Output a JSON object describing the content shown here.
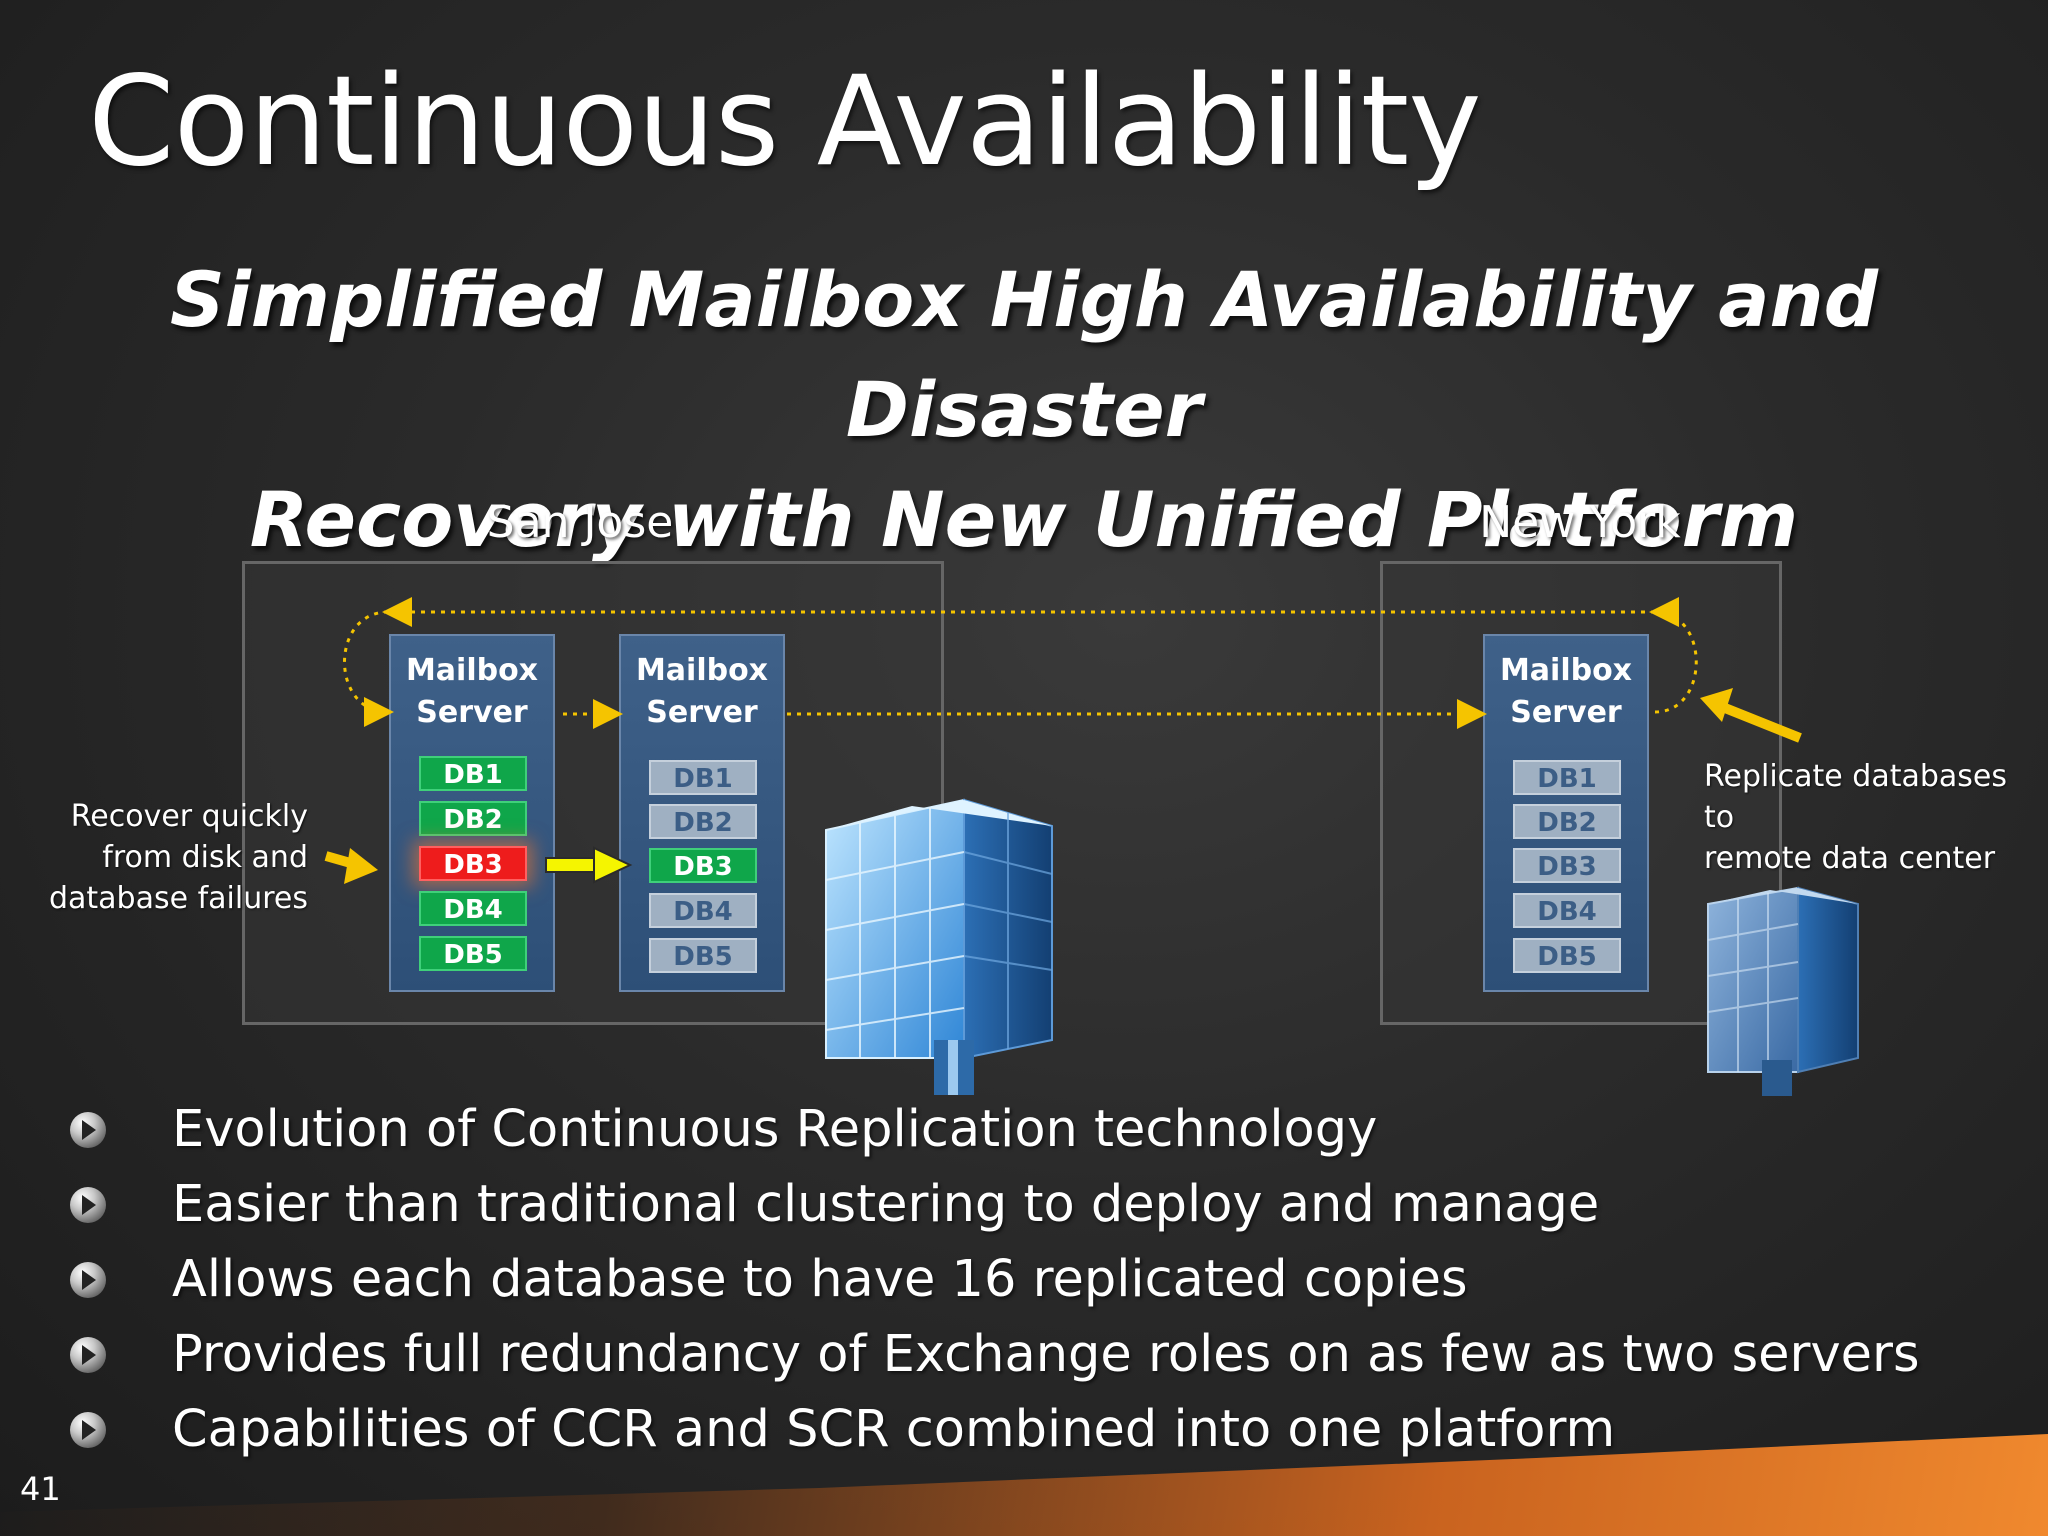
{
  "slide": {
    "title": "Continuous Availability",
    "subtitle_lines": [
      "Simplified Mailbox High Availability and Disaster",
      "Recovery with New Unified Platform"
    ],
    "page_number": "41"
  },
  "diagram": {
    "sites": [
      {
        "label": "San Jose"
      },
      {
        "label": "New York"
      }
    ],
    "servers": [
      {
        "label_lines": [
          "Mailbox",
          "Server"
        ],
        "databases": [
          {
            "name": "DB1",
            "status": "green"
          },
          {
            "name": "DB2",
            "status": "green"
          },
          {
            "name": "DB3",
            "status": "red"
          },
          {
            "name": "DB4",
            "status": "green"
          },
          {
            "name": "DB5",
            "status": "green"
          }
        ]
      },
      {
        "label_lines": [
          "Mailbox",
          "Server"
        ],
        "databases": [
          {
            "name": "DB1",
            "status": "grey"
          },
          {
            "name": "DB2",
            "status": "grey"
          },
          {
            "name": "DB3",
            "status": "green"
          },
          {
            "name": "DB4",
            "status": "grey"
          },
          {
            "name": "DB5",
            "status": "grey"
          }
        ]
      },
      {
        "label_lines": [
          "Mailbox",
          "Server"
        ],
        "databases": [
          {
            "name": "DB1",
            "status": "grey"
          },
          {
            "name": "DB2",
            "status": "grey"
          },
          {
            "name": "DB3",
            "status": "grey"
          },
          {
            "name": "DB4",
            "status": "grey"
          },
          {
            "name": "DB5",
            "status": "grey"
          }
        ]
      }
    ],
    "callouts": {
      "left_lines": [
        "Recover quickly",
        "from disk and",
        "database failures"
      ],
      "right_lines": [
        "Replicate databases to",
        "remote data center"
      ]
    },
    "icons": {
      "building_large": "office-building-icon",
      "building_small": "office-building-icon"
    }
  },
  "bullets": [
    "Evolution of Continuous Replication technology",
    "Easier than traditional clustering to deploy and manage",
    "Allows each database to have 16 replicated copies",
    "Provides full redundancy of Exchange roles on as few as two servers",
    "Capabilities of CCR and SCR combined into one platform"
  ],
  "colors": {
    "db_healthy": "#0fa64a",
    "db_failed": "#ee1c1c",
    "db_passive": "#9fb0c2",
    "arrow_yellow": "#f5c400",
    "accent_orange": "#f0892e"
  }
}
